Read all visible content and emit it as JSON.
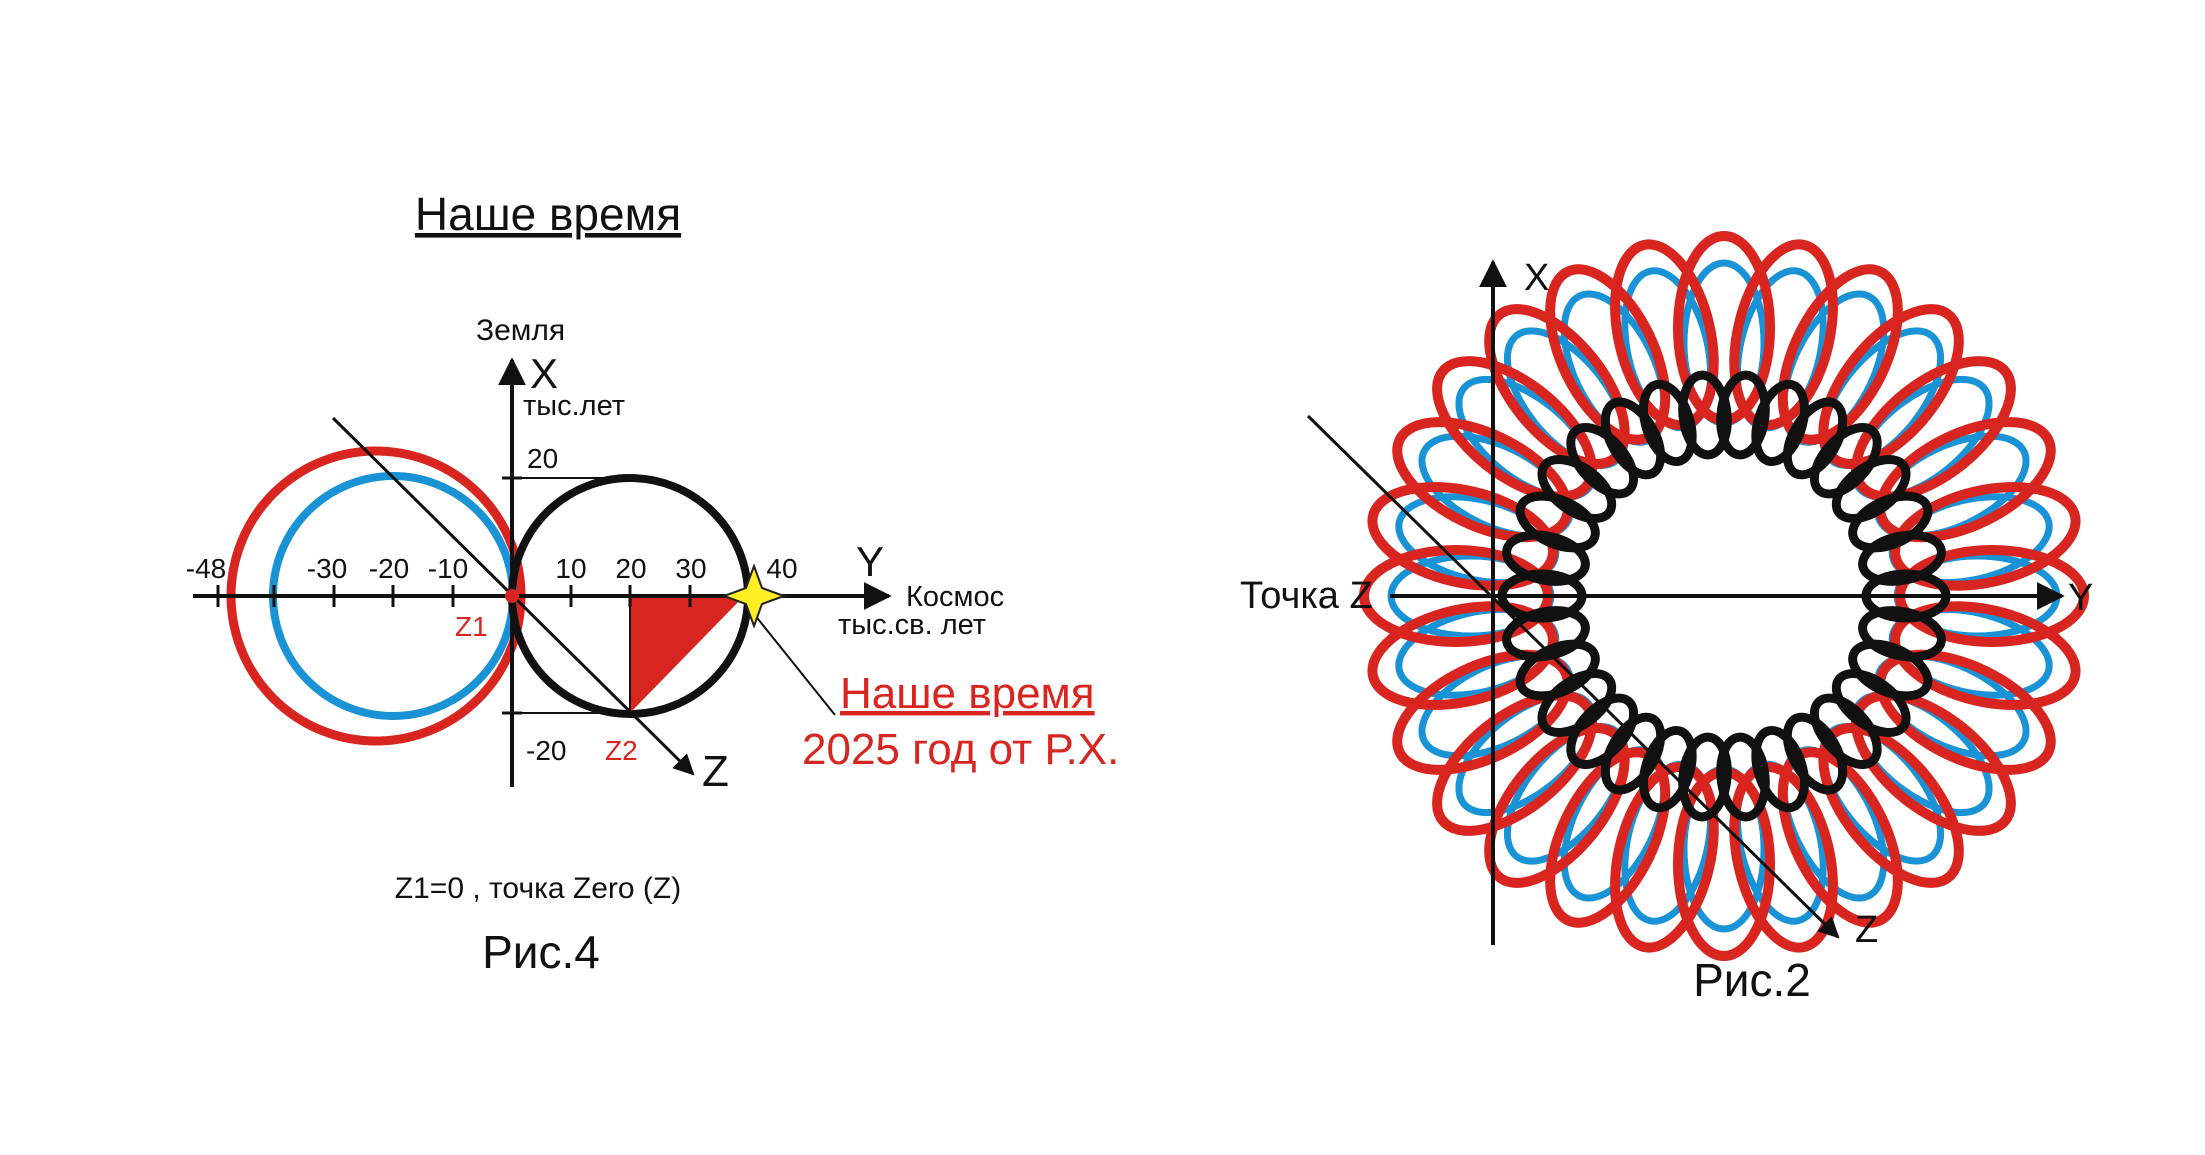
{
  "fig4": {
    "title": "Наше время",
    "earth_label": "Земля",
    "x_axis_letter": "X",
    "x_unit": "тыс.лет",
    "x_tick_top": "20",
    "x_tick_bottom": "-20",
    "y_axis_letter": "Y",
    "y_name": "Космос",
    "y_unit": "тыс.св. лет",
    "z_axis_letter": "Z",
    "neg_ticks": [
      "-48",
      "-30",
      "-20",
      "-10"
    ],
    "pos_ticks": [
      "10",
      "20",
      "30",
      "40"
    ],
    "z1_label": "Z1",
    "z2_label": "Z2",
    "callout_line1": "Наше время",
    "callout_line2": "2025 год от Р.Х.",
    "footnote": "Z1=0 , точка Zero (Z)",
    "caption": "Рис.4"
  },
  "fig2": {
    "x_axis_letter": "X",
    "y_axis_letter": "Y",
    "z_axis_letter": "Z",
    "point_label": "Точка Z",
    "caption": "Рис.2",
    "outer_red_rings": 28,
    "mid_blue_rings": 28,
    "inner_black_rings": 30
  },
  "colors": {
    "red": "#d8251f",
    "blue": "#1a93d6",
    "black": "#111111",
    "star": "#ffee22"
  }
}
